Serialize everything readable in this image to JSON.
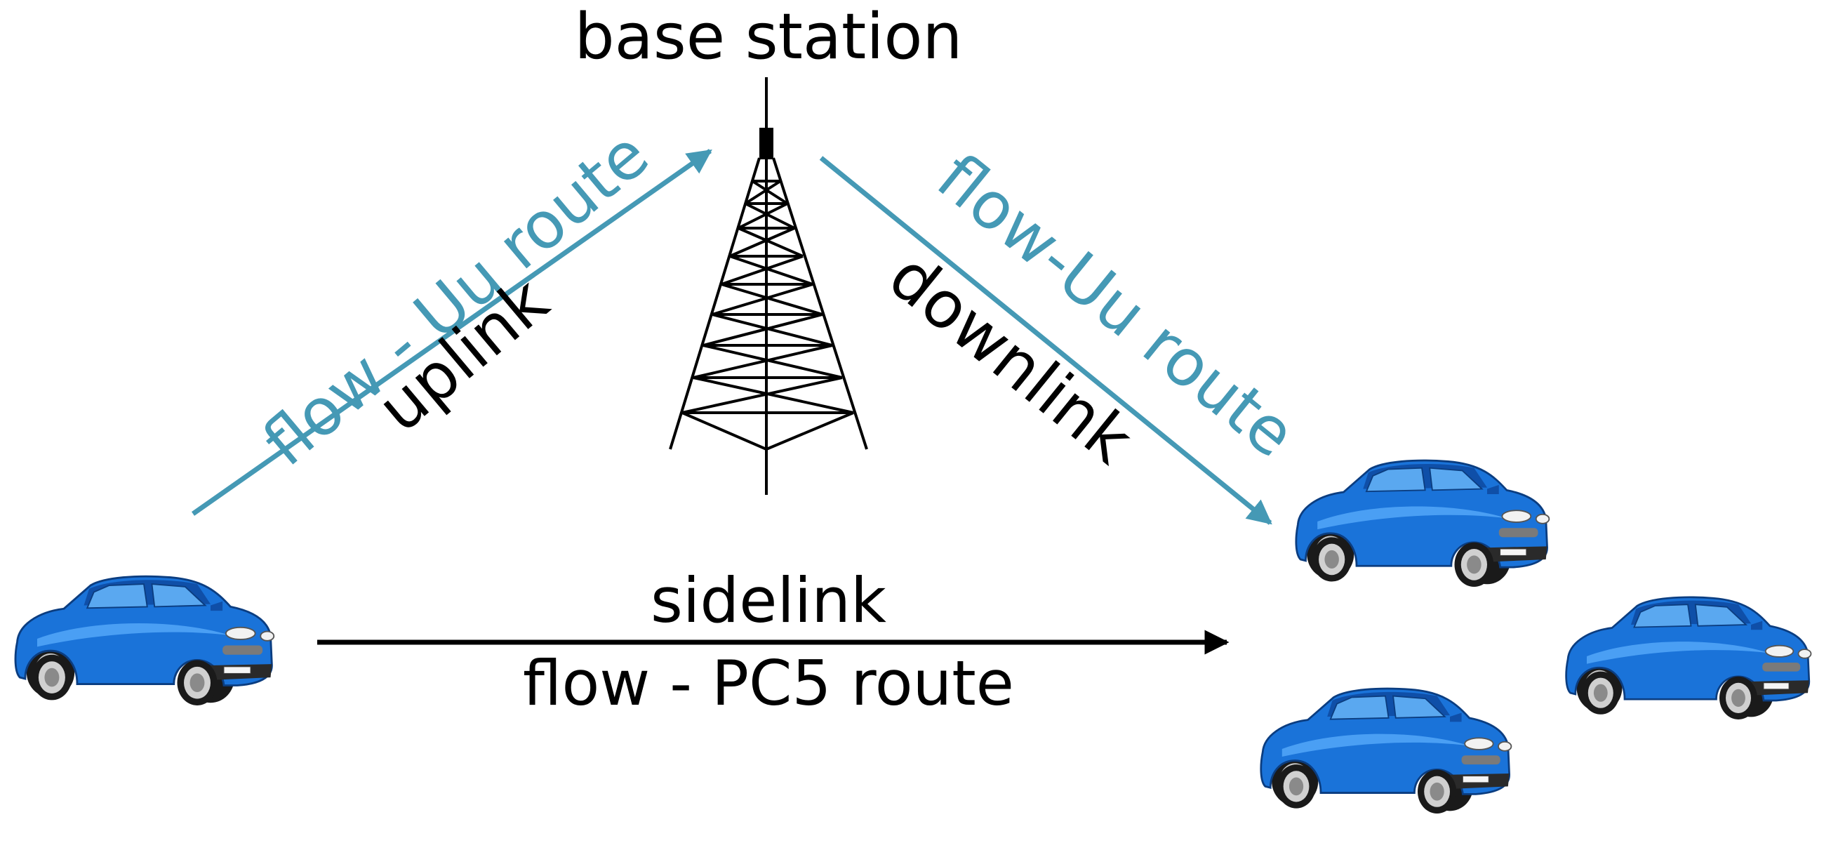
{
  "labels": {
    "base_station": "base station",
    "uplink_route": "flow - Uu route",
    "uplink": "uplink",
    "downlink_route": "flow-Uu route",
    "downlink": "downlink",
    "sidelink": "sidelink",
    "pc5_route": "flow - PC5 route"
  },
  "colors": {
    "uu_route": "#4599b5",
    "pc5_route": "#000000",
    "car_body": "#1a73d9",
    "tower": "#000000"
  },
  "icons": {
    "tower": "cell-tower-icon",
    "car": "car-icon"
  }
}
